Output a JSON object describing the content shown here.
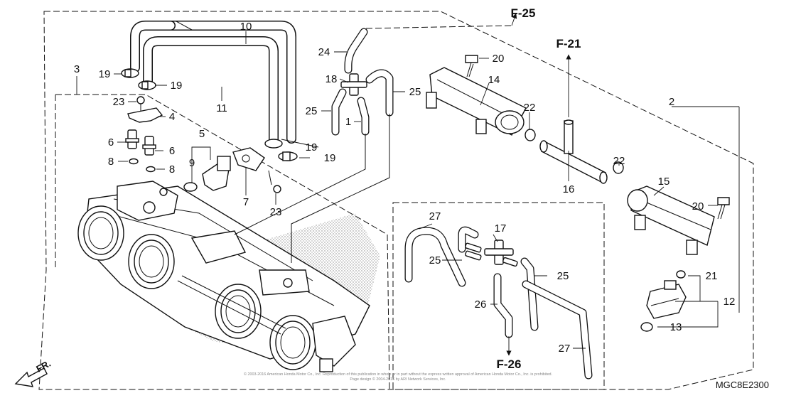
{
  "diagram": {
    "code": "MGC8E2300",
    "front_label": "FR.",
    "copyright": "© 2003-2016 American Honda Motor Co., Inc. Reproduction of this publication in whole or in part without the express written approval of American Honda Motor Co., Inc. is prohibited.",
    "copyright2": "Page design © 2004-2016 by ARI Network Services, Inc."
  },
  "refs": {
    "f25": "F-25",
    "f21": "F-21",
    "f26": "F-26"
  },
  "callouts": {
    "n1": "1",
    "n2": "2",
    "n3": "3",
    "n4": "4",
    "n5": "5",
    "n6a": "6",
    "n6b": "6",
    "n7": "7",
    "n8a": "8",
    "n8b": "8",
    "n9": "9",
    "n10": "10",
    "n11": "11",
    "n12": "12",
    "n13": "13",
    "n14": "14",
    "n15": "15",
    "n16": "16",
    "n17": "17",
    "n18": "18",
    "n19a": "19",
    "n19b": "19",
    "n19c": "19",
    "n19d": "19",
    "n20a": "20",
    "n20b": "20",
    "n21": "21",
    "n22a": "22",
    "n22b": "22",
    "n23a": "23",
    "n23b": "23",
    "n24": "24",
    "n25a": "25",
    "n25b": "25",
    "n25c": "25",
    "n25d": "25",
    "n26": "26",
    "n27a": "27",
    "n27b": "27"
  }
}
